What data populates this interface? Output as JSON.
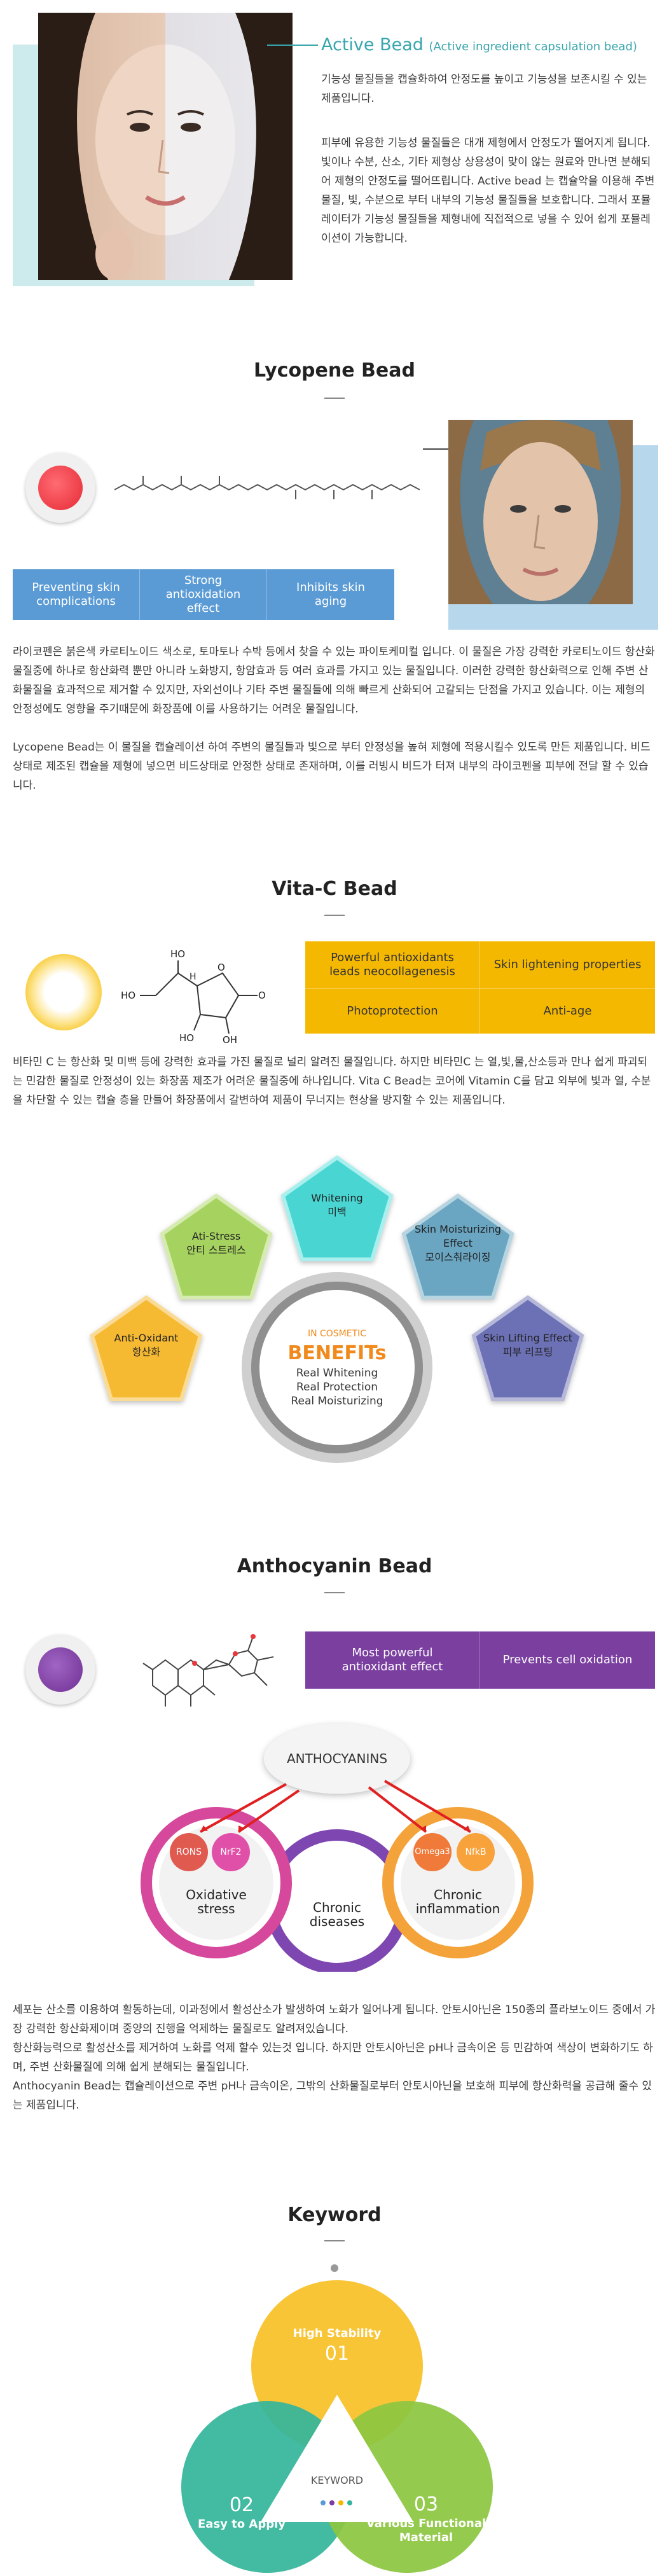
{
  "active": {
    "title": "Active Bead",
    "subtitle": "(Active ingredient capsulation bead)",
    "p1": "기능성 물질들을 캡슐화하여 안정도를 높이고 기능성을 보존시킬 수 있는 제품입니다.",
    "p2": "피부에 유용한 기능성 물질들은 대개 제형에서 안정도가 떨어지게 됩니다. 빛이나 수분, 산소, 기타 제형상 상용성이 맞이 않는 원료와 만나면 분해되어 제형의 안정도를 떨어뜨립니다. Active bead 는 캡슐악을 이용해 주변 물질, 빛, 수분으로 부터 내부의 기능성 물질들을 보호합니다. 그래서 포뮬레이터가 기능성 물질들을 제형내에 직접적으로 넣을 수 있어 쉽게 포뮬레이션이 가능합니다."
  },
  "lycopene": {
    "heading": "Lycopene Bead",
    "tags": [
      "Preventing skin complications",
      "Strong antioxidation effect",
      "Inhibits skin aging"
    ],
    "p1": "라이코펜은 붉은색 카로티노이드 색소로, 토마토나 수박 등에서 찾을 수 있는 파이토케미컬 입니다. 이 물질은 가장 강력한 카로티노이드 항산화 물질중에 하나로 항산화력 뿐만 아니라 노화방지, 항암효과 등 여러 효과를 가지고 있는 물질입니다. 이러한 강력한 항산화력으로 인해 주변 산화물질을 효과적으로 제거할 수 있지만, 자외선이나 기타 주변 물질들에 의해 빠르게 산화되어 고갈되는 단점을 가지고 있습니다. 이는 제형의 안정성에도 영향을 주기때문에 화장품에 이를 사용하기는 어려운 물질입니다.",
    "p2": "Lycopene Bead는 이 물질을 캡슐레이션 하여 주변의 물질들과 빛으로 부터 안정성을 높혀 제형에 적용시킬수 있도록 만든 제품입니다. 비드상태로 제조된 캡슐을 제형에 넣으면 비드상태로 안정한 상태로 존재하며, 이를 러빙시 비드가 터져 내부의 라이코펜을 피부에 전달 할 수 있습니다."
  },
  "vitac": {
    "heading": "Vita-C Bead",
    "mol": {
      "ho1": "HO",
      "ho2": "HO",
      "h": "H",
      "oh1": "HO",
      "oh2": "OH",
      "o": "O"
    },
    "tags": [
      "Powerful antioxidants leads neocollagenesis",
      "Skin lightening properties",
      "Photoprotection",
      "Anti-age"
    ],
    "para": "비타민 C 는 항산화 및 미백 등에 강력한 효과를 가진 물질로 널리 알려진 물질입니다. 하지만 비타민C 는 열,빛,물,산소등과 만나 쉽게 파괴되는 민감한 물질로 안정성이 있는 화장품 제조가 어려운 물질중에 하나입니다. Vita C Bead는 코어에 Vitamin C를 담고 외부에 빛과 열, 수분을 차단할 수 있는 캡슐 층을 만들어 화장품에서 갈변하여 제품이 무너지는 현상을 방지할 수 있는 제품입니다.",
    "benefits": {
      "small": "IN COSMETIC",
      "big": "BENEFITs",
      "lines": [
        "Real Whitening",
        "Real Protection",
        "Real Moisturizing"
      ]
    },
    "pentagons": [
      {
        "en": "Whitening",
        "ko": "미백"
      },
      {
        "en": "Ati-Stress",
        "ko": "안티 스트레스"
      },
      {
        "en": "Skin Moisturizing Effect",
        "ko": "모이스춰라이징"
      },
      {
        "en": "Anti-Oxidant",
        "ko": "항산화"
      },
      {
        "en": "Skin Lifting Effect",
        "ko": "피부 리프팅"
      }
    ]
  },
  "antho": {
    "heading": "Anthocyanin Bead",
    "tags": [
      "Most powerful antioxidant effect",
      "Prevents cell oxidation"
    ],
    "diagram": {
      "title": "ANTHOCYANINS",
      "left": "Oxidative stress",
      "mid": "Chronic diseases",
      "right": "Chronic inflammation",
      "b1": "RONS",
      "b2": "NrF2",
      "b3": "Omega3",
      "b4": "NfkB"
    },
    "p1": "세포는 산소를 이용하여 활동하는데, 이과정에서 활성산소가 발생하여 노화가 일어나게 됩니다. 안토시아닌은 150종의 플라보노이드 중에서 가장 강력한 항산화제이며 중양의 진행을 억제하는 물질로도 알려져있습니다.",
    "p2": "항산화능력으로 활성산소를 제거하여 노화를 억제 할수 있는것 입니다. 하지만 안토시아닌은 pH나 금속이온 등 민감하여 색상이 변화하기도 하며, 주변 산화물질에 의해 쉽게 분해되는 물질입니다.",
    "p3": "Anthocyanin Bead는 캡슐레이션으로 주변 pH나 금속이온, 그밖의 산화물질로부터 안토시아닌을 보호해 피부에 항산화력을 공급해 줄수 있는 제품입니다."
  },
  "keyword": {
    "heading": "Keyword",
    "center": "KEYWORD",
    "k1": {
      "label": "High Stability",
      "num": "01"
    },
    "k2": {
      "label": "Easy to Apply",
      "num": "02"
    },
    "k3": {
      "label": "Various Functional Material",
      "num": "03"
    }
  },
  "colors": {
    "teal": "#38a6ad",
    "blue": "#5b9bd5",
    "gold": "#f5b800",
    "purple": "#7b3fa0"
  }
}
